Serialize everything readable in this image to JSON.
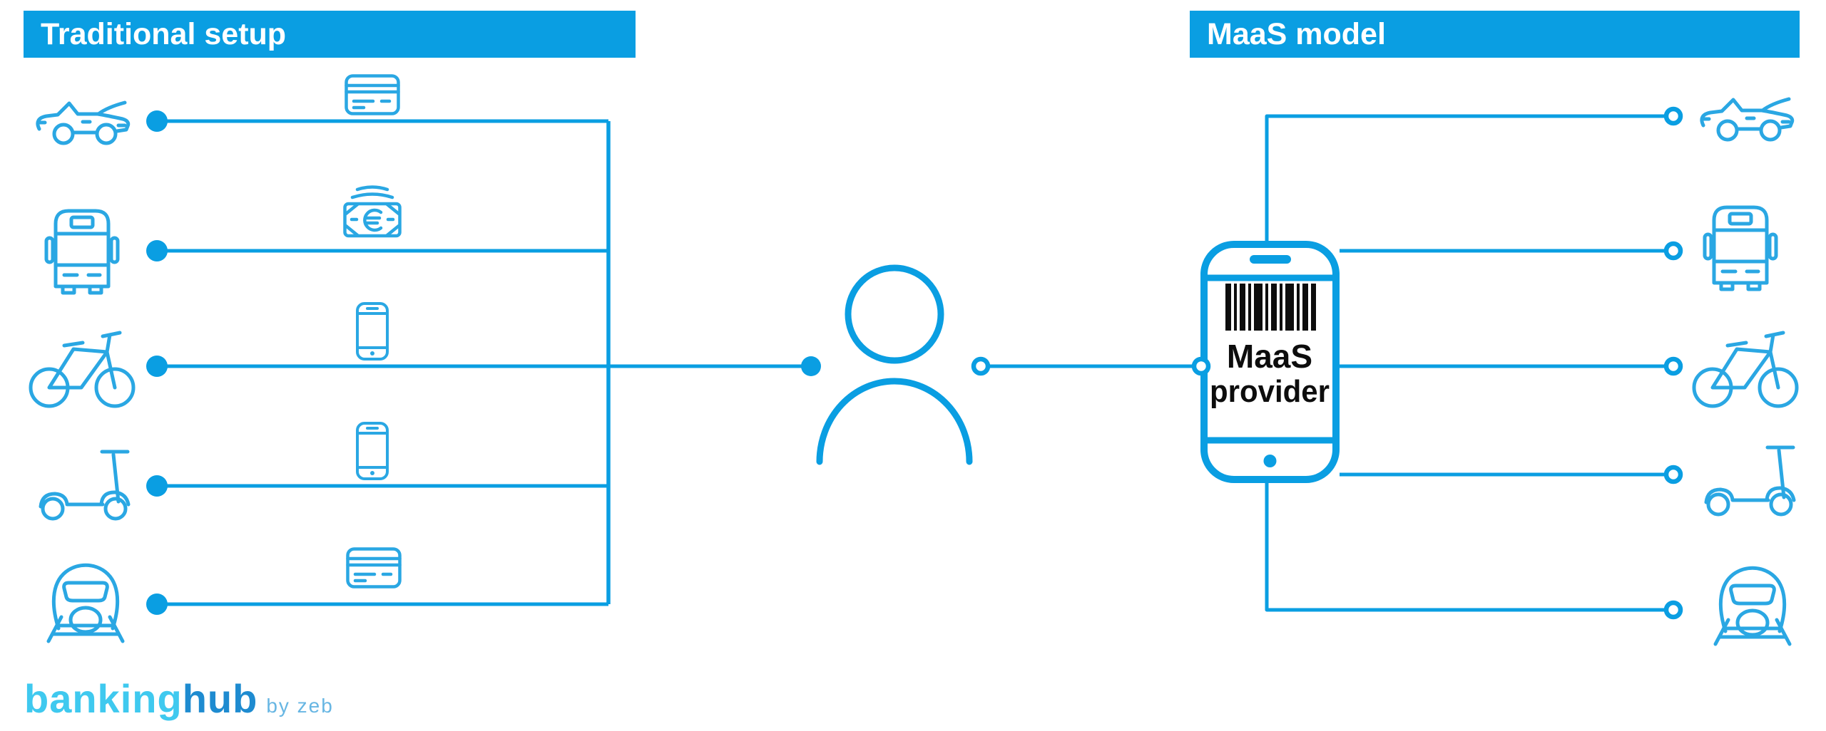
{
  "headers": {
    "left": "Traditional setup",
    "right": "MaaS model"
  },
  "colors": {
    "primary": "#0a9ee2",
    "icon_stroke": "#2aa7e3",
    "text_dark": "#0d0d0d",
    "white": "#ffffff",
    "logo_cyan": "#3fc9ef",
    "logo_blue": "#1e8bd0",
    "logo_light": "#67b6e3"
  },
  "left_panel": {
    "rows": [
      {
        "transport": "car-icon",
        "payment": "credit-card-icon"
      },
      {
        "transport": "bus-icon",
        "payment": "cash-icon"
      },
      {
        "transport": "bicycle-icon",
        "payment": "smartphone-icon"
      },
      {
        "transport": "scooter-icon",
        "payment": "smartphone-icon"
      },
      {
        "transport": "train-icon",
        "payment": "credit-card-icon"
      }
    ]
  },
  "center": {
    "person": "person-icon"
  },
  "maas_phone": {
    "frame": "smartphone-icon",
    "barcode": "barcode-icon",
    "label_line1": "MaaS",
    "label_line2": "provider"
  },
  "right_panel": {
    "rows": [
      {
        "transport": "car-icon"
      },
      {
        "transport": "bus-icon"
      },
      {
        "transport": "bicycle-icon"
      },
      {
        "transport": "scooter-icon"
      },
      {
        "transport": "train-icon"
      }
    ]
  },
  "logo": {
    "part1": "banking",
    "part2": "hub",
    "suffix": "by zeb"
  }
}
